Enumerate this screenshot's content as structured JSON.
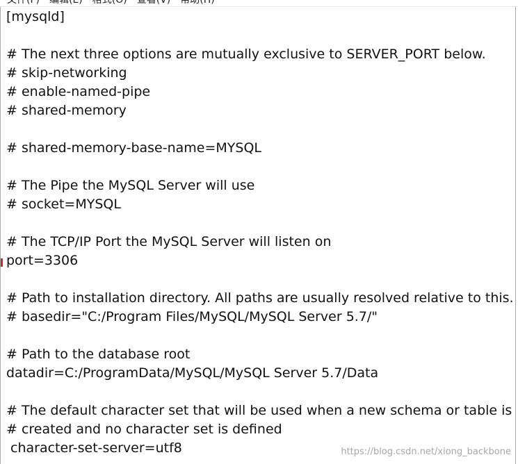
{
  "menu": {
    "file": "文件(F)",
    "edit": "编辑(E)",
    "format": "格式(O)",
    "view": "查看(V)",
    "help": "帮助(H)"
  },
  "lines": [
    "[mysqld]",
    "# The next three options are mutually exclusive to SERVER_PORT below.",
    "# skip-networking",
    "# enable-named-pipe",
    "# shared-memory",
    "# shared-memory-base-name=MYSQL",
    "# The Pipe the MySQL Server will use",
    "# socket=MYSQL",
    "# The TCP/IP Port the MySQL Server will listen on",
    "port=3306",
    "# Path to installation directory. All paths are usually resolved relative to this.",
    "# basedir=\"C:/Program Files/MySQL/MySQL Server 5.7/\"",
    "# Path to the database root",
    "datadir=C:/ProgramData/MySQL/MySQL Server 5.7/Data",
    "# The default character set that will be used when a new schema or table is",
    "# created and no character set is defined",
    "character-set-server=utf8"
  ],
  "watermark": "https://blog.csdn.net/xiong_backbone"
}
